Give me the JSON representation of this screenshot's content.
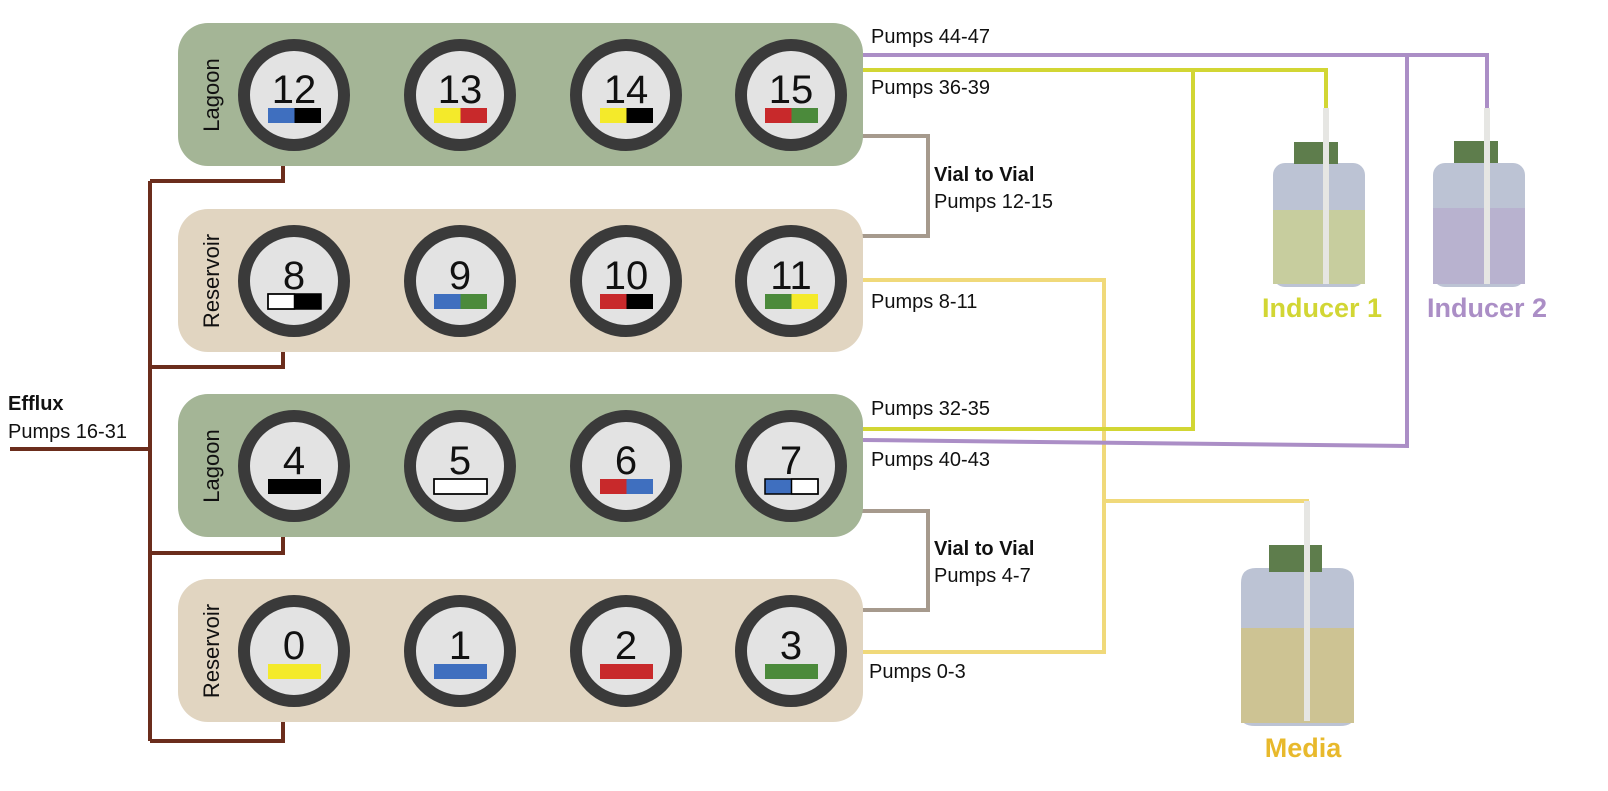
{
  "colors": {
    "lagoon": "#a4b596",
    "reservoir": "#e1d5c1",
    "efflux": "#6b2d1c",
    "vial_to_vial": "#a69a8d",
    "inducer1": "#d2d634",
    "inducer2": "#ab8ec6",
    "media": "#f0d97a",
    "media_label": "#e8b92c",
    "yellow": "#f4ea2a",
    "blue": "#3f6fbf",
    "red": "#c8292b",
    "green": "#4b8a3b",
    "black": "#000000",
    "white": "#ffffff"
  },
  "rows": [
    {
      "label": "Lagoon",
      "type": "lagoon",
      "vials": [
        {
          "number": "12",
          "tags": [
            "blue",
            "black"
          ]
        },
        {
          "number": "13",
          "tags": [
            "yellow",
            "red"
          ]
        },
        {
          "number": "14",
          "tags": [
            "yellow",
            "black"
          ]
        },
        {
          "number": "15",
          "tags": [
            "red",
            "green"
          ]
        }
      ]
    },
    {
      "label": "Reservoir",
      "type": "reservoir",
      "vials": [
        {
          "number": "8",
          "tags": [
            "white",
            "black"
          ]
        },
        {
          "number": "9",
          "tags": [
            "blue",
            "green"
          ]
        },
        {
          "number": "10",
          "tags": [
            "red",
            "black"
          ]
        },
        {
          "number": "11",
          "tags": [
            "green",
            "yellow"
          ]
        }
      ]
    },
    {
      "label": "Lagoon",
      "type": "lagoon",
      "vials": [
        {
          "number": "4",
          "tags": [
            "black"
          ]
        },
        {
          "number": "5",
          "tags": [
            "white"
          ]
        },
        {
          "number": "6",
          "tags": [
            "red",
            "blue"
          ]
        },
        {
          "number": "7",
          "tags": [
            "blue",
            "white"
          ]
        }
      ]
    },
    {
      "label": "Reservoir",
      "type": "reservoir",
      "vials": [
        {
          "number": "0",
          "tags": [
            "yellow"
          ]
        },
        {
          "number": "1",
          "tags": [
            "blue"
          ]
        },
        {
          "number": "2",
          "tags": [
            "red"
          ]
        },
        {
          "number": "3",
          "tags": [
            "green"
          ]
        }
      ]
    }
  ],
  "labels": {
    "pumps_44_47": "Pumps 44-47",
    "pumps_36_39": "Pumps 36-39",
    "vial_to_vial_1_title": "Vial to Vial",
    "vial_to_vial_1_pumps": "Pumps 12-15",
    "pumps_8_11": "Pumps 8-11",
    "pumps_32_35": "Pumps 32-35",
    "pumps_40_43": "Pumps 40-43",
    "vial_to_vial_2_title": "Vial to Vial",
    "vial_to_vial_2_pumps": "Pumps 4-7",
    "pumps_0_3": "Pumps 0-3",
    "efflux_title": "Efflux",
    "efflux_pumps": "Pumps 16-31"
  },
  "bottles": {
    "inducer1": "Inducer 1",
    "inducer2": "Inducer 2",
    "media": "Media"
  }
}
